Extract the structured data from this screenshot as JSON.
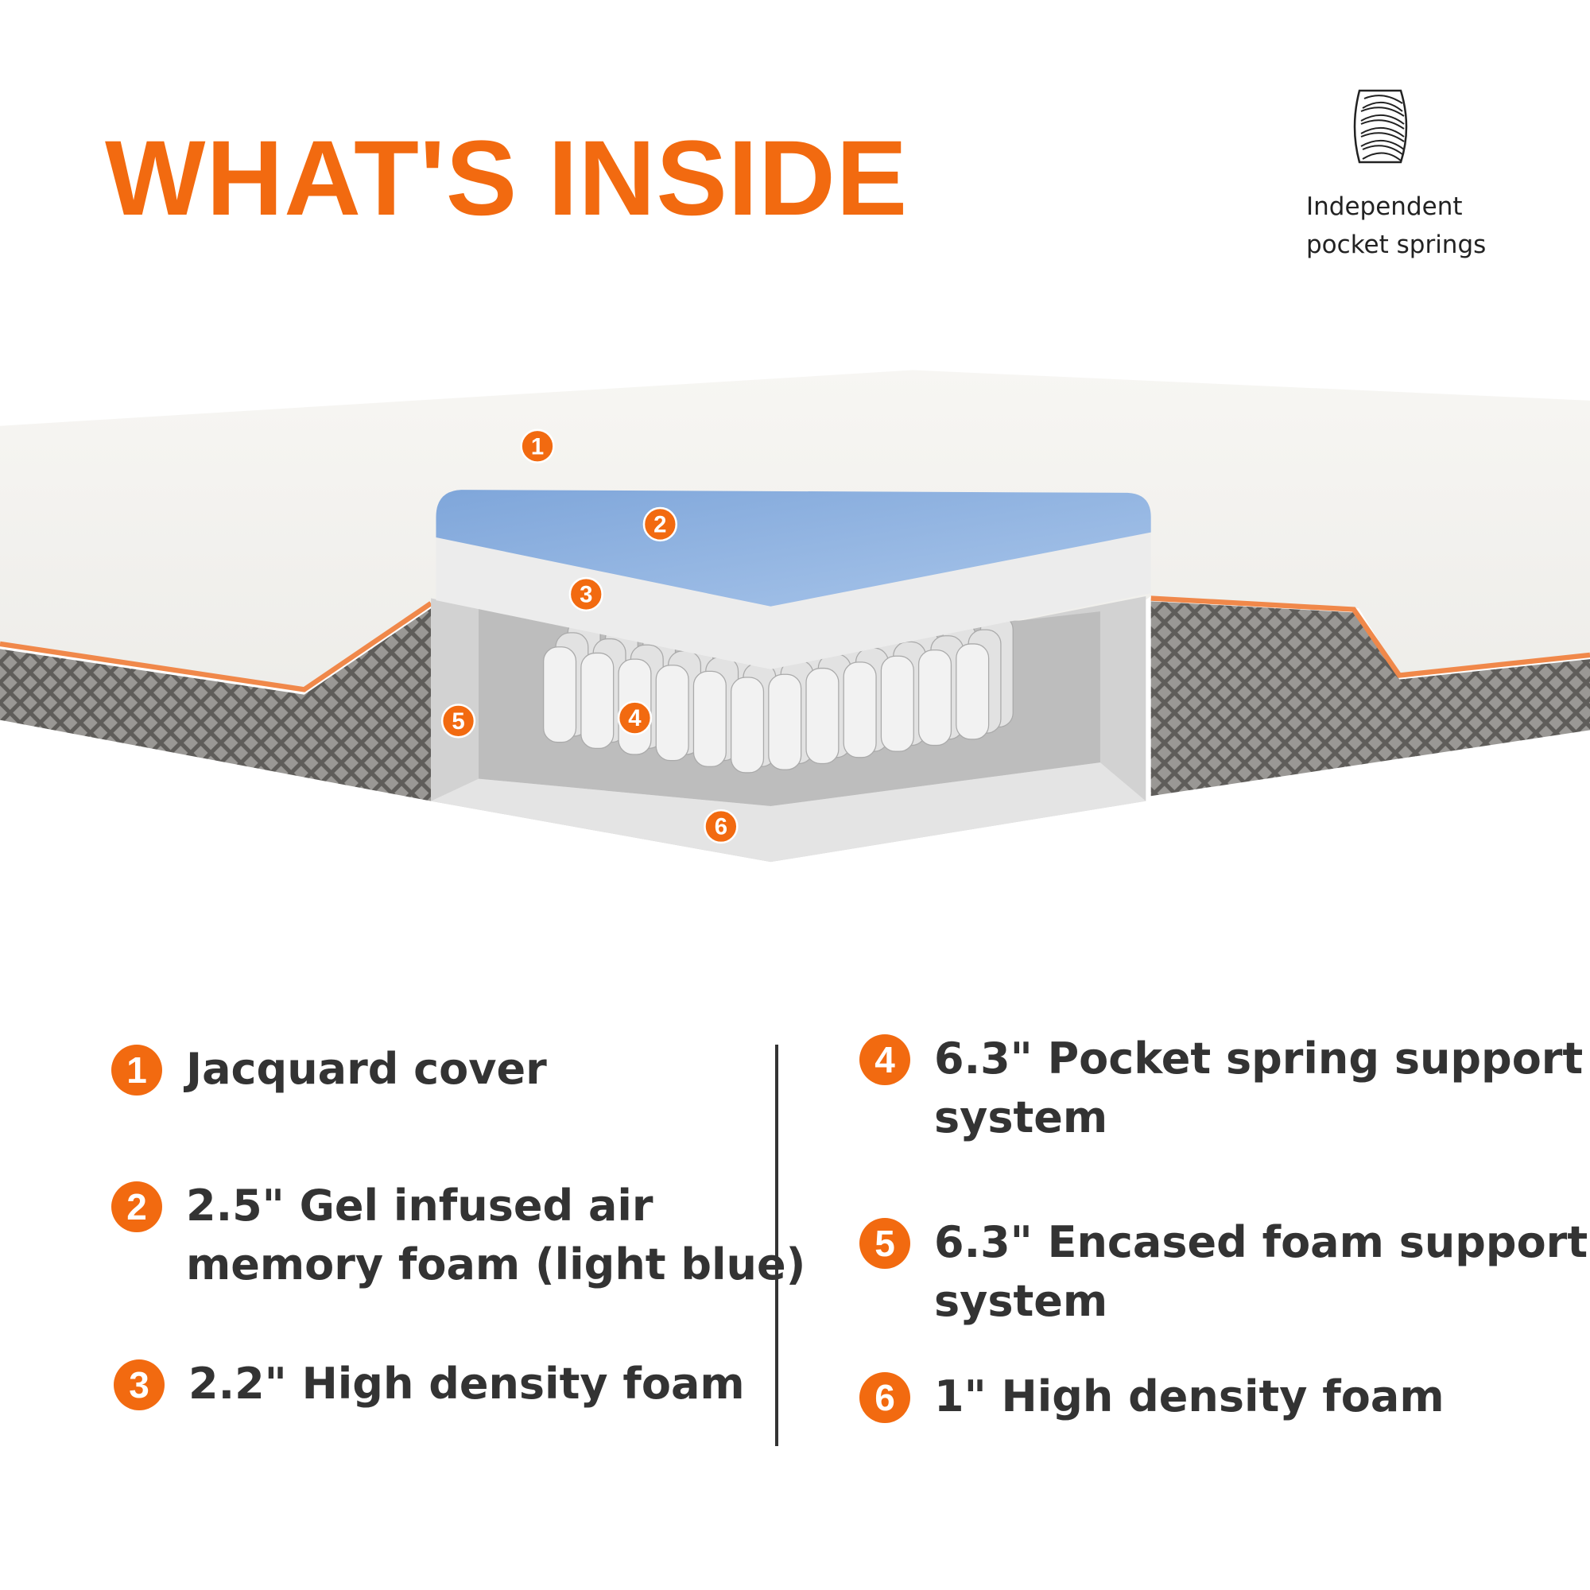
{
  "title": "WHAT'S INSIDE",
  "feature": {
    "icon": "pocket-spring-icon",
    "line1": "Independent",
    "line2": "pocket springs"
  },
  "markers": [
    "1",
    "2",
    "3",
    "4",
    "5",
    "6"
  ],
  "legend": [
    {
      "num": "1",
      "line1": "Jacquard cover",
      "line2": ""
    },
    {
      "num": "2",
      "line1": "2.5\" Gel infused air",
      "line2": "memory foam (light blue)"
    },
    {
      "num": "3",
      "line1": "2.2\" High density foam",
      "line2": ""
    },
    {
      "num": "4",
      "line1": "6.3\" Pocket spring support",
      "line2": "system"
    },
    {
      "num": "5",
      "line1": "6.3\" Encased foam support",
      "line2": "system"
    },
    {
      "num": "6",
      "line1": "1\" High density foam",
      "line2": ""
    }
  ],
  "colors": {
    "accent": "#f26a10",
    "gel_foam": "#8fb3e0",
    "knit": "#6e6c69"
  }
}
